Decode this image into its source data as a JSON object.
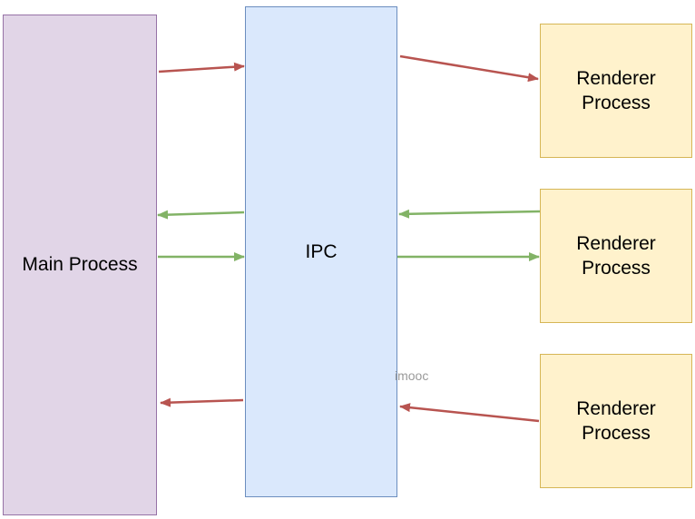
{
  "nodes": {
    "main_process": "Main Process",
    "ipc": "IPC",
    "renderers": [
      "Renderer Process",
      "Renderer Process",
      "Renderer Process"
    ]
  },
  "watermark": "imooc",
  "colors": {
    "main_fill": "#e1d5e7",
    "main_stroke": "#9673a6",
    "ipc_fill": "#dae8fc",
    "ipc_stroke": "#6c8ebf",
    "renderer_fill": "#fff2cc",
    "renderer_stroke": "#d6b656",
    "arrow_red": "#b85450",
    "arrow_green": "#82b366"
  }
}
